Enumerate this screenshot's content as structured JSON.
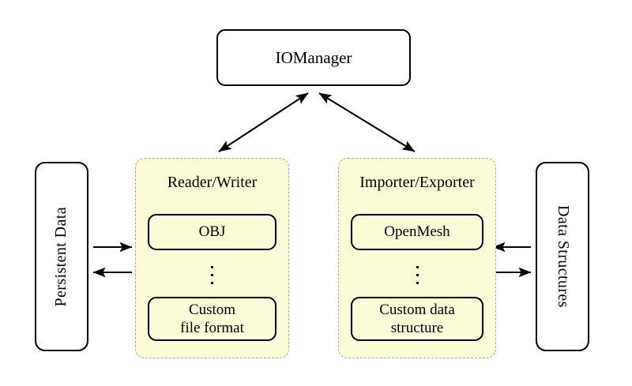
{
  "diagram": {
    "title_node": {
      "label": "IOManager"
    },
    "left_endpoint": {
      "label": "Persistent Data"
    },
    "right_endpoint": {
      "label": "Data Structures"
    },
    "groups": [
      {
        "id": "reader-writer",
        "title": "Reader/Writer",
        "items": [
          {
            "label": "OBJ"
          },
          {
            "label": "Custom\nfile format",
            "line1": "Custom",
            "line2": "file format"
          }
        ],
        "ellipsis": "⋮"
      },
      {
        "id": "importer-exporter",
        "title": "Importer/Exporter",
        "items": [
          {
            "label": "OpenMesh"
          },
          {
            "label": "Custom data\nstructure",
            "line1": "Custom data",
            "line2": "structure"
          }
        ],
        "ellipsis": "⋮"
      }
    ],
    "connectors": [
      {
        "name": "iomanager-to-reader-writer",
        "style": "double-headed",
        "from": "IOManager",
        "to": "Reader/Writer"
      },
      {
        "name": "iomanager-to-importer-exporter",
        "style": "double-headed",
        "from": "IOManager",
        "to": "Importer/Exporter"
      },
      {
        "name": "persistent-data-to-reader-writer",
        "style": "single-headed",
        "direction": "right"
      },
      {
        "name": "reader-writer-to-persistent-data",
        "style": "single-headed",
        "direction": "left"
      },
      {
        "name": "data-structures-to-importer-exporter",
        "style": "single-headed",
        "direction": "left"
      },
      {
        "name": "importer-exporter-to-data-structures",
        "style": "single-headed",
        "direction": "right"
      }
    ],
    "colors": {
      "group_fill": "#fbfbd5",
      "group_border": "#a8a89c",
      "node_border": "#000000",
      "background": "#ffffff"
    }
  }
}
